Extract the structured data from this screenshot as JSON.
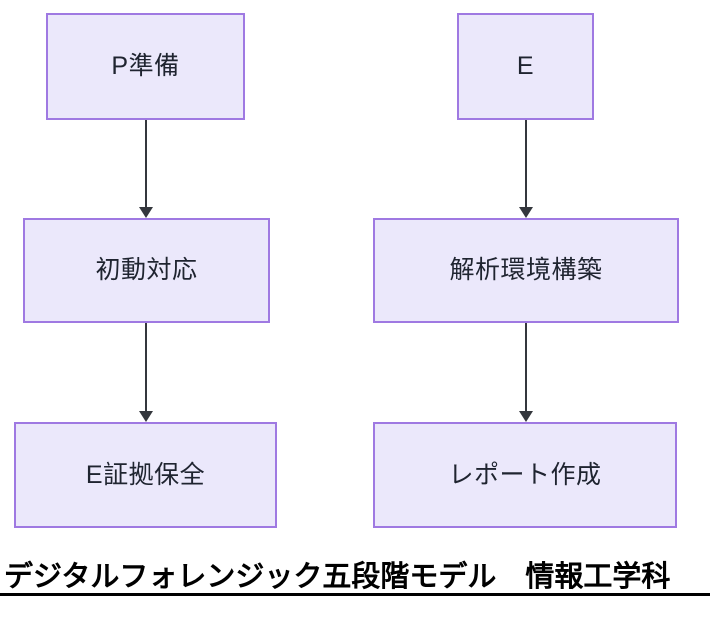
{
  "diagram": {
    "background_color": "#ffffff",
    "node_fill": "#ebe8fb",
    "node_border": "#9f79e2",
    "node_text_color": "#1f2430",
    "edge_color": "#34373d",
    "columns": [
      {
        "name": "left-column",
        "nodes": [
          {
            "id": "prepare",
            "label": "P準備"
          },
          {
            "id": "initial-response",
            "label": "初動対応"
          },
          {
            "id": "evidence-preservation",
            "label": "E証拠保全"
          }
        ]
      },
      {
        "name": "right-column",
        "nodes": [
          {
            "id": "examination",
            "label": "E"
          },
          {
            "id": "analysis-environment",
            "label": "解析環境構築"
          },
          {
            "id": "report-creation",
            "label": "レポート作成"
          }
        ]
      }
    ],
    "edges": [
      {
        "id": "edge-prepare-to-initial",
        "from": "prepare",
        "to": "initial-response"
      },
      {
        "id": "edge-initial-to-evidence",
        "from": "initial-response",
        "to": "evidence-preservation"
      },
      {
        "id": "edge-examination-to-analysis",
        "from": "examination",
        "to": "analysis-environment"
      },
      {
        "id": "edge-analysis-to-report",
        "from": "analysis-environment",
        "to": "report-creation"
      }
    ]
  },
  "caption": {
    "text": "デジタルフォレンジック五段階モデル　情報工学科",
    "rule_color": "#000000"
  }
}
